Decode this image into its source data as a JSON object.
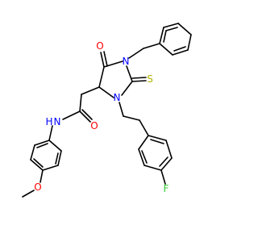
{
  "colors": {
    "background": "#ffffff",
    "bond": "#000000",
    "carbon_text": "#000000",
    "oxygen": "#ff0000",
    "nitrogen": "#0000ff",
    "sulfur": "#b3b300",
    "fluorine": "#33cc33"
  },
  "atoms": {
    "o_carbonyl_ring": "O",
    "n1_ring": "N",
    "s_thione": "S",
    "n3_ring": "N",
    "amide_n": "N",
    "amide_h": "H",
    "o_amide": "O",
    "fluorine": "F",
    "o_methoxy": "O"
  }
}
